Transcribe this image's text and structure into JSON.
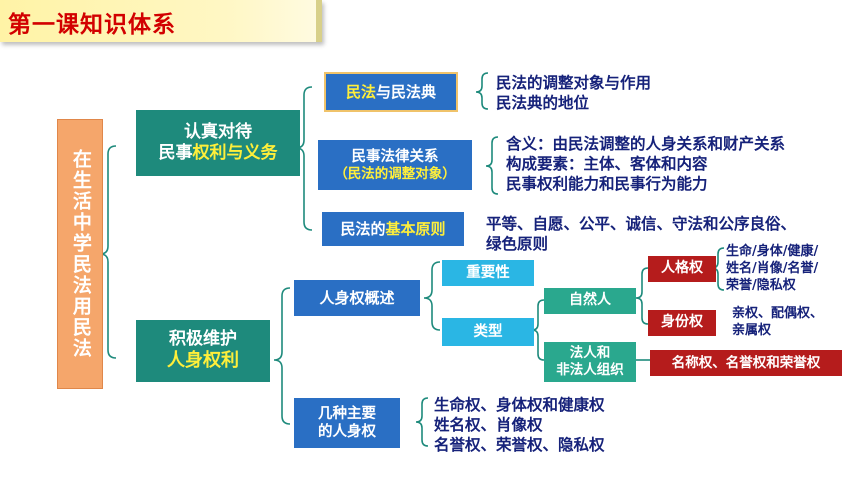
{
  "title": "第一课知识体系",
  "root": "在生活中学民法用民法",
  "branch1": {
    "line1": "认真对待",
    "line2_pre": "民事",
    "line2_hl": "权利与义务"
  },
  "branch2": {
    "line1": "积极维护",
    "line2": "人身权利"
  },
  "b1": {
    "civil_law": {
      "hl": "民法",
      "rest": "与民法典",
      "items": [
        "民法的调整对象与作用",
        "民法典的地位"
      ]
    },
    "relation": {
      "line1": "民事法律关系",
      "line2": "（民法的调整对象）",
      "items": [
        "含义：由民法调整的人身关系和财产关系",
        "构成要素：主体、客体和内容",
        "民事权利能力和民事行为能力"
      ]
    },
    "principle": {
      "pre": "民法的",
      "hl": "基本原则",
      "items": [
        "平等、自愿、公平、诚信、守法和公序良俗、",
        "绿色原则"
      ]
    }
  },
  "b2": {
    "overview": "人身权概述",
    "importance": "重要性",
    "types": "类型",
    "natural_person": "自然人",
    "legal_person": {
      "line1": "法人和",
      "line2": "非法人组织"
    },
    "personality_right": "人格权",
    "personality_items": [
      "生命/身体/健康/",
      "姓名/肖像/名誉/",
      "荣誉/隐私权"
    ],
    "identity_right": "身份权",
    "identity_items": [
      "亲权、配偶权、",
      "亲属权"
    ],
    "org_rights": "名称权、名誉权和荣誉权",
    "main_rights": {
      "line1": "几种主要",
      "line2": "的人身权"
    },
    "main_items": [
      "生命权、身体权和健康权",
      "姓名权、肖像权",
      "名誉权、荣誉权、隐私权"
    ]
  }
}
